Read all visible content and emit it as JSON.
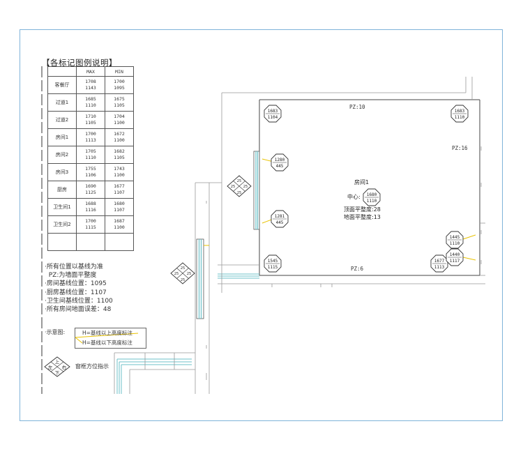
{
  "legend": {
    "title": "【各标记图例说明】",
    "col_max": "MAX",
    "col_min": "MIN",
    "rows": [
      {
        "room": "客餐厅",
        "max": [
          "1708",
          "1143"
        ],
        "min": [
          "1700",
          "1095"
        ]
      },
      {
        "room": "过道1",
        "max": [
          "1685",
          "1110"
        ],
        "min": [
          "1675",
          "1105"
        ]
      },
      {
        "room": "过道2",
        "max": [
          "1710",
          "1105"
        ],
        "min": [
          "1704",
          "1100"
        ]
      },
      {
        "room": "房间1",
        "max": [
          "1700",
          "1113"
        ],
        "min": [
          "1672",
          "1100"
        ]
      },
      {
        "room": "房间2",
        "max": [
          "1705",
          "1110"
        ],
        "min": [
          "1682",
          "1105"
        ]
      },
      {
        "room": "房间3",
        "max": [
          "1755",
          "1106"
        ],
        "min": [
          "1743",
          "1100"
        ]
      },
      {
        "room": "厨房",
        "max": [
          "1690",
          "1125"
        ],
        "min": [
          "1677",
          "1107"
        ]
      },
      {
        "room": "卫生间1",
        "max": [
          "1688",
          "1116"
        ],
        "min": [
          "1680",
          "1107"
        ]
      },
      {
        "room": "卫生间2",
        "max": [
          "1700",
          "1115"
        ],
        "min": [
          "1687",
          "1100"
        ]
      }
    ]
  },
  "notes": [
    "·所有位置以基线为准",
    "  PZ:为墙面平整度",
    "·房间基线位置：1095",
    "·厨房基线位置：1107",
    "·卫生间基线位置：1100",
    "·所有房间地面误差：48"
  ],
  "schema": {
    "label": "·示意图:",
    "line1": "H=基线以上高度标注",
    "line2": "H=基线以下高度标注"
  },
  "orientation": {
    "label": "窗框方位指示",
    "top": "上",
    "left": "左",
    "right": "右",
    "bottom": "下",
    "diamond1": {
      "top": "25",
      "left": "25",
      "right": "25",
      "bottom": "25"
    },
    "diamond2": {
      "top": "25",
      "left": "25",
      "right": "25",
      "bottom": "25"
    }
  },
  "room": {
    "name": "房间1",
    "center_label": "中心:",
    "center_top": "1680",
    "center_bottom": "1110",
    "ceiling": "顶面平整度:28",
    "floor": "地面平整度:13",
    "pz_top": "PZ:10",
    "pz_right": "PZ:16",
    "pz_bottom": "PZ:6",
    "markers": {
      "tl": [
        "1683",
        "1104"
      ],
      "tr": [
        "1683",
        "1110"
      ],
      "wall_upper": [
        "1280",
        "445"
      ],
      "wall_lower": [
        "1281",
        "445"
      ],
      "bl": [
        "1545",
        "1115"
      ],
      "br": [
        "1677",
        "1113"
      ],
      "right_upper": [
        "1445",
        "1110"
      ],
      "right_lower": [
        "1440",
        "1117"
      ]
    }
  },
  "colors": {
    "frame": "#7fb3d9",
    "window": "#6cc0c8",
    "pointer": "#e8c200"
  }
}
